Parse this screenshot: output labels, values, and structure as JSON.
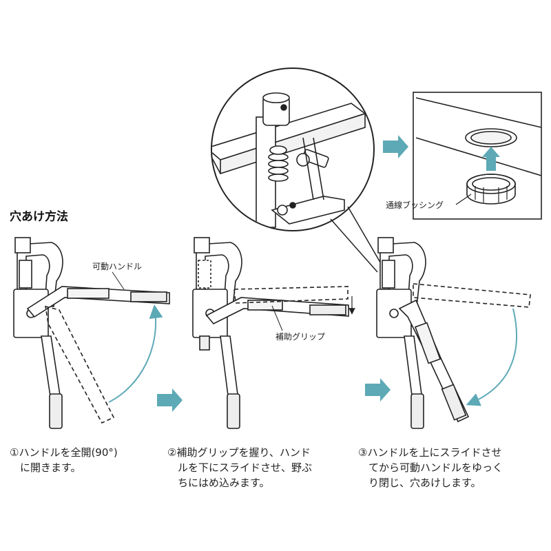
{
  "section_title": "穴あけ方法",
  "labels": {
    "movable_handle": "可動ハンドル",
    "auxiliary_grip": "補助グリップ",
    "wiring_bushing": "通線ブッシング"
  },
  "steps": [
    {
      "lines": [
        "①ハンドルを全開(90°)",
        "　に開きます。"
      ]
    },
    {
      "lines": [
        "②補助グリップを握り、ハンド",
        "　ルを下にスライドさせ、野ぶ",
        "　ちにはめ込みます。"
      ]
    },
    {
      "lines": [
        "③ハンドルを上にスライドさせ",
        "　てから可動ハンドルをゆっく",
        "　り閉じ、穴あけします。"
      ]
    }
  ],
  "colors": {
    "arrow": "#5da9b6",
    "line": "#222222",
    "rail": "#ffffff"
  },
  "icons": [
    "right-arrow-icon",
    "up-arrow-icon",
    "curved-arrow-icon"
  ]
}
